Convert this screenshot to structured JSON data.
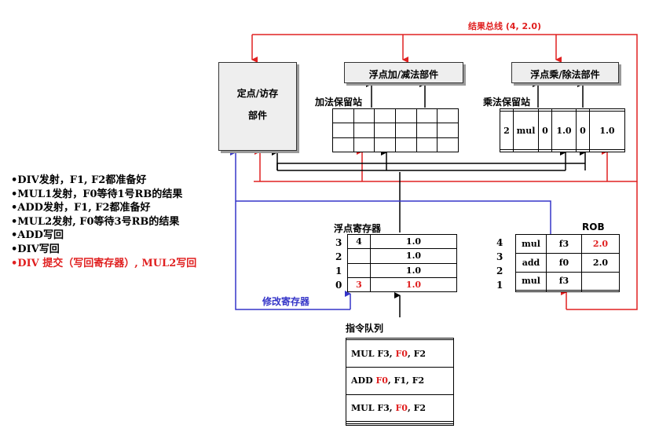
{
  "result_bus_label": "结果总线 (4, 2.0)",
  "fixed_unit": {
    "line1": "定点/访存",
    "line2": "部件"
  },
  "fp_add_unit": "浮点加/减法部件",
  "fp_mul_unit": "浮点乘/除法部件",
  "add_rs_label": "加法保留站",
  "mul_rs_label": "乘法保留站",
  "mul_rs_row": [
    "2",
    "mul",
    "0",
    "1.0",
    "0",
    "1.0"
  ],
  "fp_reg_label": "浮点寄存器",
  "fp_regs": [
    {
      "idx": "3",
      "tag": "4",
      "val": "1.0"
    },
    {
      "idx": "2",
      "tag": "",
      "val": "1.0"
    },
    {
      "idx": "1",
      "tag": "",
      "val": "1.0"
    },
    {
      "idx": "0",
      "tag": "3",
      "val": "1.0"
    }
  ],
  "rob_label": "ROB",
  "rob": [
    {
      "idx": "4",
      "op": "mul",
      "dst": "f3",
      "val": "2.0"
    },
    {
      "idx": "3",
      "op": "add",
      "dst": "f0",
      "val": "2.0"
    },
    {
      "idx": "2",
      "op": "mul",
      "dst": "f3",
      "val": ""
    },
    {
      "idx": "1",
      "op": "",
      "dst": "",
      "val": ""
    }
  ],
  "modify_reg_label": "修改寄存器",
  "inst_queue_label": "指令队列",
  "inst_queue": [
    {
      "a": "MUL F3, ",
      "b": "F0",
      "c": ", F2"
    },
    {
      "a": "ADD ",
      "b": "F0",
      "c": ", F1, F2"
    },
    {
      "a": "MUL F3, ",
      "b": "F0",
      "c": ", F2"
    }
  ],
  "notes": [
    "•DIV发射，F1, F2都准备好",
    "•MUL1发射，F0等待1号RB的结果",
    "•ADD发射，F1, F2都准备好",
    "•MUL2发射, F0等待3号RB的结果",
    "•ADD写回",
    "•DIV写回"
  ],
  "note_highlight": "•DIV 提交（写回寄存器）, MUL2写回",
  "colors": {
    "bus": "#e02020",
    "modify": "#3535c8",
    "lines": "#000000",
    "unit_fill": "#eeeeee"
  }
}
